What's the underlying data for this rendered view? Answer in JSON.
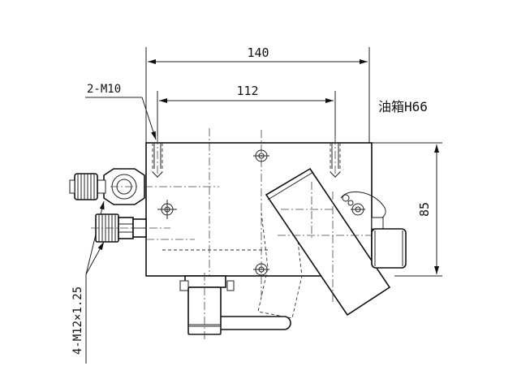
{
  "drawing": {
    "dimensions": {
      "overall_width": "140",
      "hole_spacing": "112",
      "height": "85"
    },
    "labels": {
      "bolt_holes": "2-M10",
      "tank_note": "油箱H66",
      "ports": "4-M12×1.25"
    }
  }
}
